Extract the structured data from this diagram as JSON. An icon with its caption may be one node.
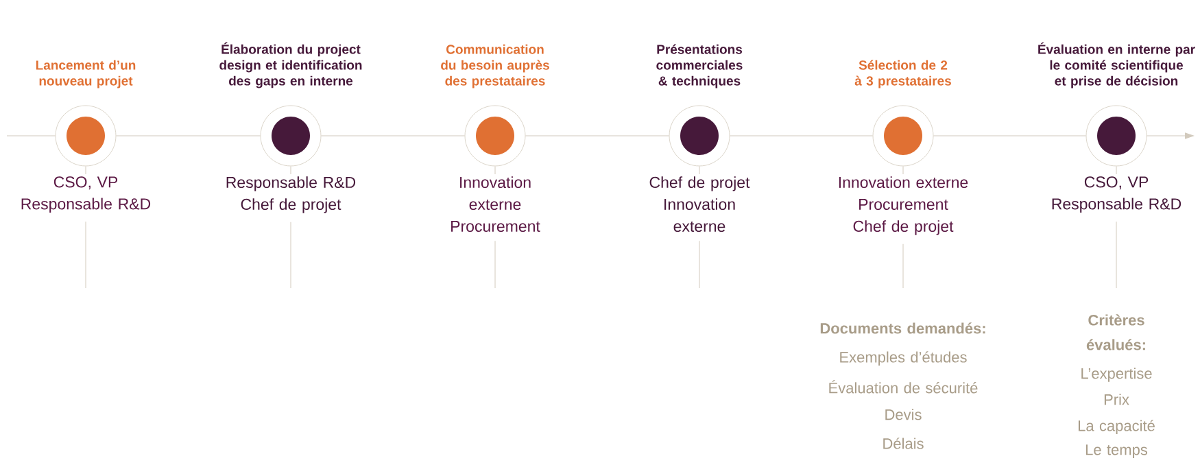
{
  "diagram": {
    "nodes": [
      {
        "text": [
          "Lancement d’un nouveau projet"
        ]
      },
      {
        "text": [
          "CSO, VP",
          "Responsable R&D"
        ]
      },
      {
        "text": [
          "Élaboration du project design et identification des gaps en interne"
        ]
      },
      {
        "text": [
          "Responsable R&D",
          "Chef de projet"
        ]
      },
      {
        "text": [
          "Communication du besoin auprès des prestataires"
        ]
      },
      {
        "text": [
          "Innovation externe",
          "Procurement"
        ]
      },
      {
        "text": [
          "Présentations commerciales & techniques"
        ]
      },
      {
        "text": [
          "Chef de projet",
          "Innovation externe"
        ]
      },
      {
        "text": [
          "Sélection de 2 à 3 prestataires"
        ]
      },
      {
        "text": [
          "Innovation externe",
          "Procurement",
          "Chef de projet"
        ]
      },
      {
        "text": [
          "Évaluation en interne par le comité scientifique et prise de décision"
        ]
      },
      {
        "text": [
          "CSO, VP",
          "Responsable R&D"
        ]
      }
    ],
    "edges": [
      {
        "from": null,
        "to": 0,
        "arrow": "none"
      },
      {
        "from": 0,
        "to": 2,
        "arrow": "none"
      },
      {
        "from": 2,
        "to": 4,
        "arrow": "none"
      },
      {
        "from": 4,
        "to": 6,
        "arrow": "none"
      },
      {
        "from": 6,
        "to": 8,
        "arrow": "none"
      },
      {
        "from": 8,
        "to": 10,
        "arrow": "none"
      },
      {
        "from": 10,
        "to": null,
        "arrow": "to"
      },
      {
        "from": 0,
        "to": 1,
        "arrow": "none"
      },
      {
        "from": 2,
        "to": 3,
        "arrow": "none"
      },
      {
        "from": 4,
        "to": 5,
        "arrow": "none"
      },
      {
        "from": 6,
        "to": 7,
        "arrow": "none"
      },
      {
        "from": 8,
        "to": 9,
        "arrow": "none"
      },
      {
        "from": 10,
        "to": 11,
        "arrow": "none"
      },
      {
        "from": 1,
        "to": null,
        "arrow": "none"
      },
      {
        "from": 3,
        "to": null,
        "arrow": "none"
      },
      {
        "from": 5,
        "to": null,
        "arrow": "none"
      },
      {
        "from": 7,
        "to": null,
        "arrow": "none"
      },
      {
        "from": 9,
        "to": null,
        "arrow": "none"
      },
      {
        "from": 11,
        "to": null,
        "arrow": "none"
      }
    ],
    "labels": [
      "Documents demandés:",
      "Exemples d’études",
      "Évaluation de sécurité",
      "Devis",
      "Délais",
      "Critères évalués:",
      "L’expertise",
      "Prix",
      "La capacité",
      "Le temps"
    ]
  }
}
